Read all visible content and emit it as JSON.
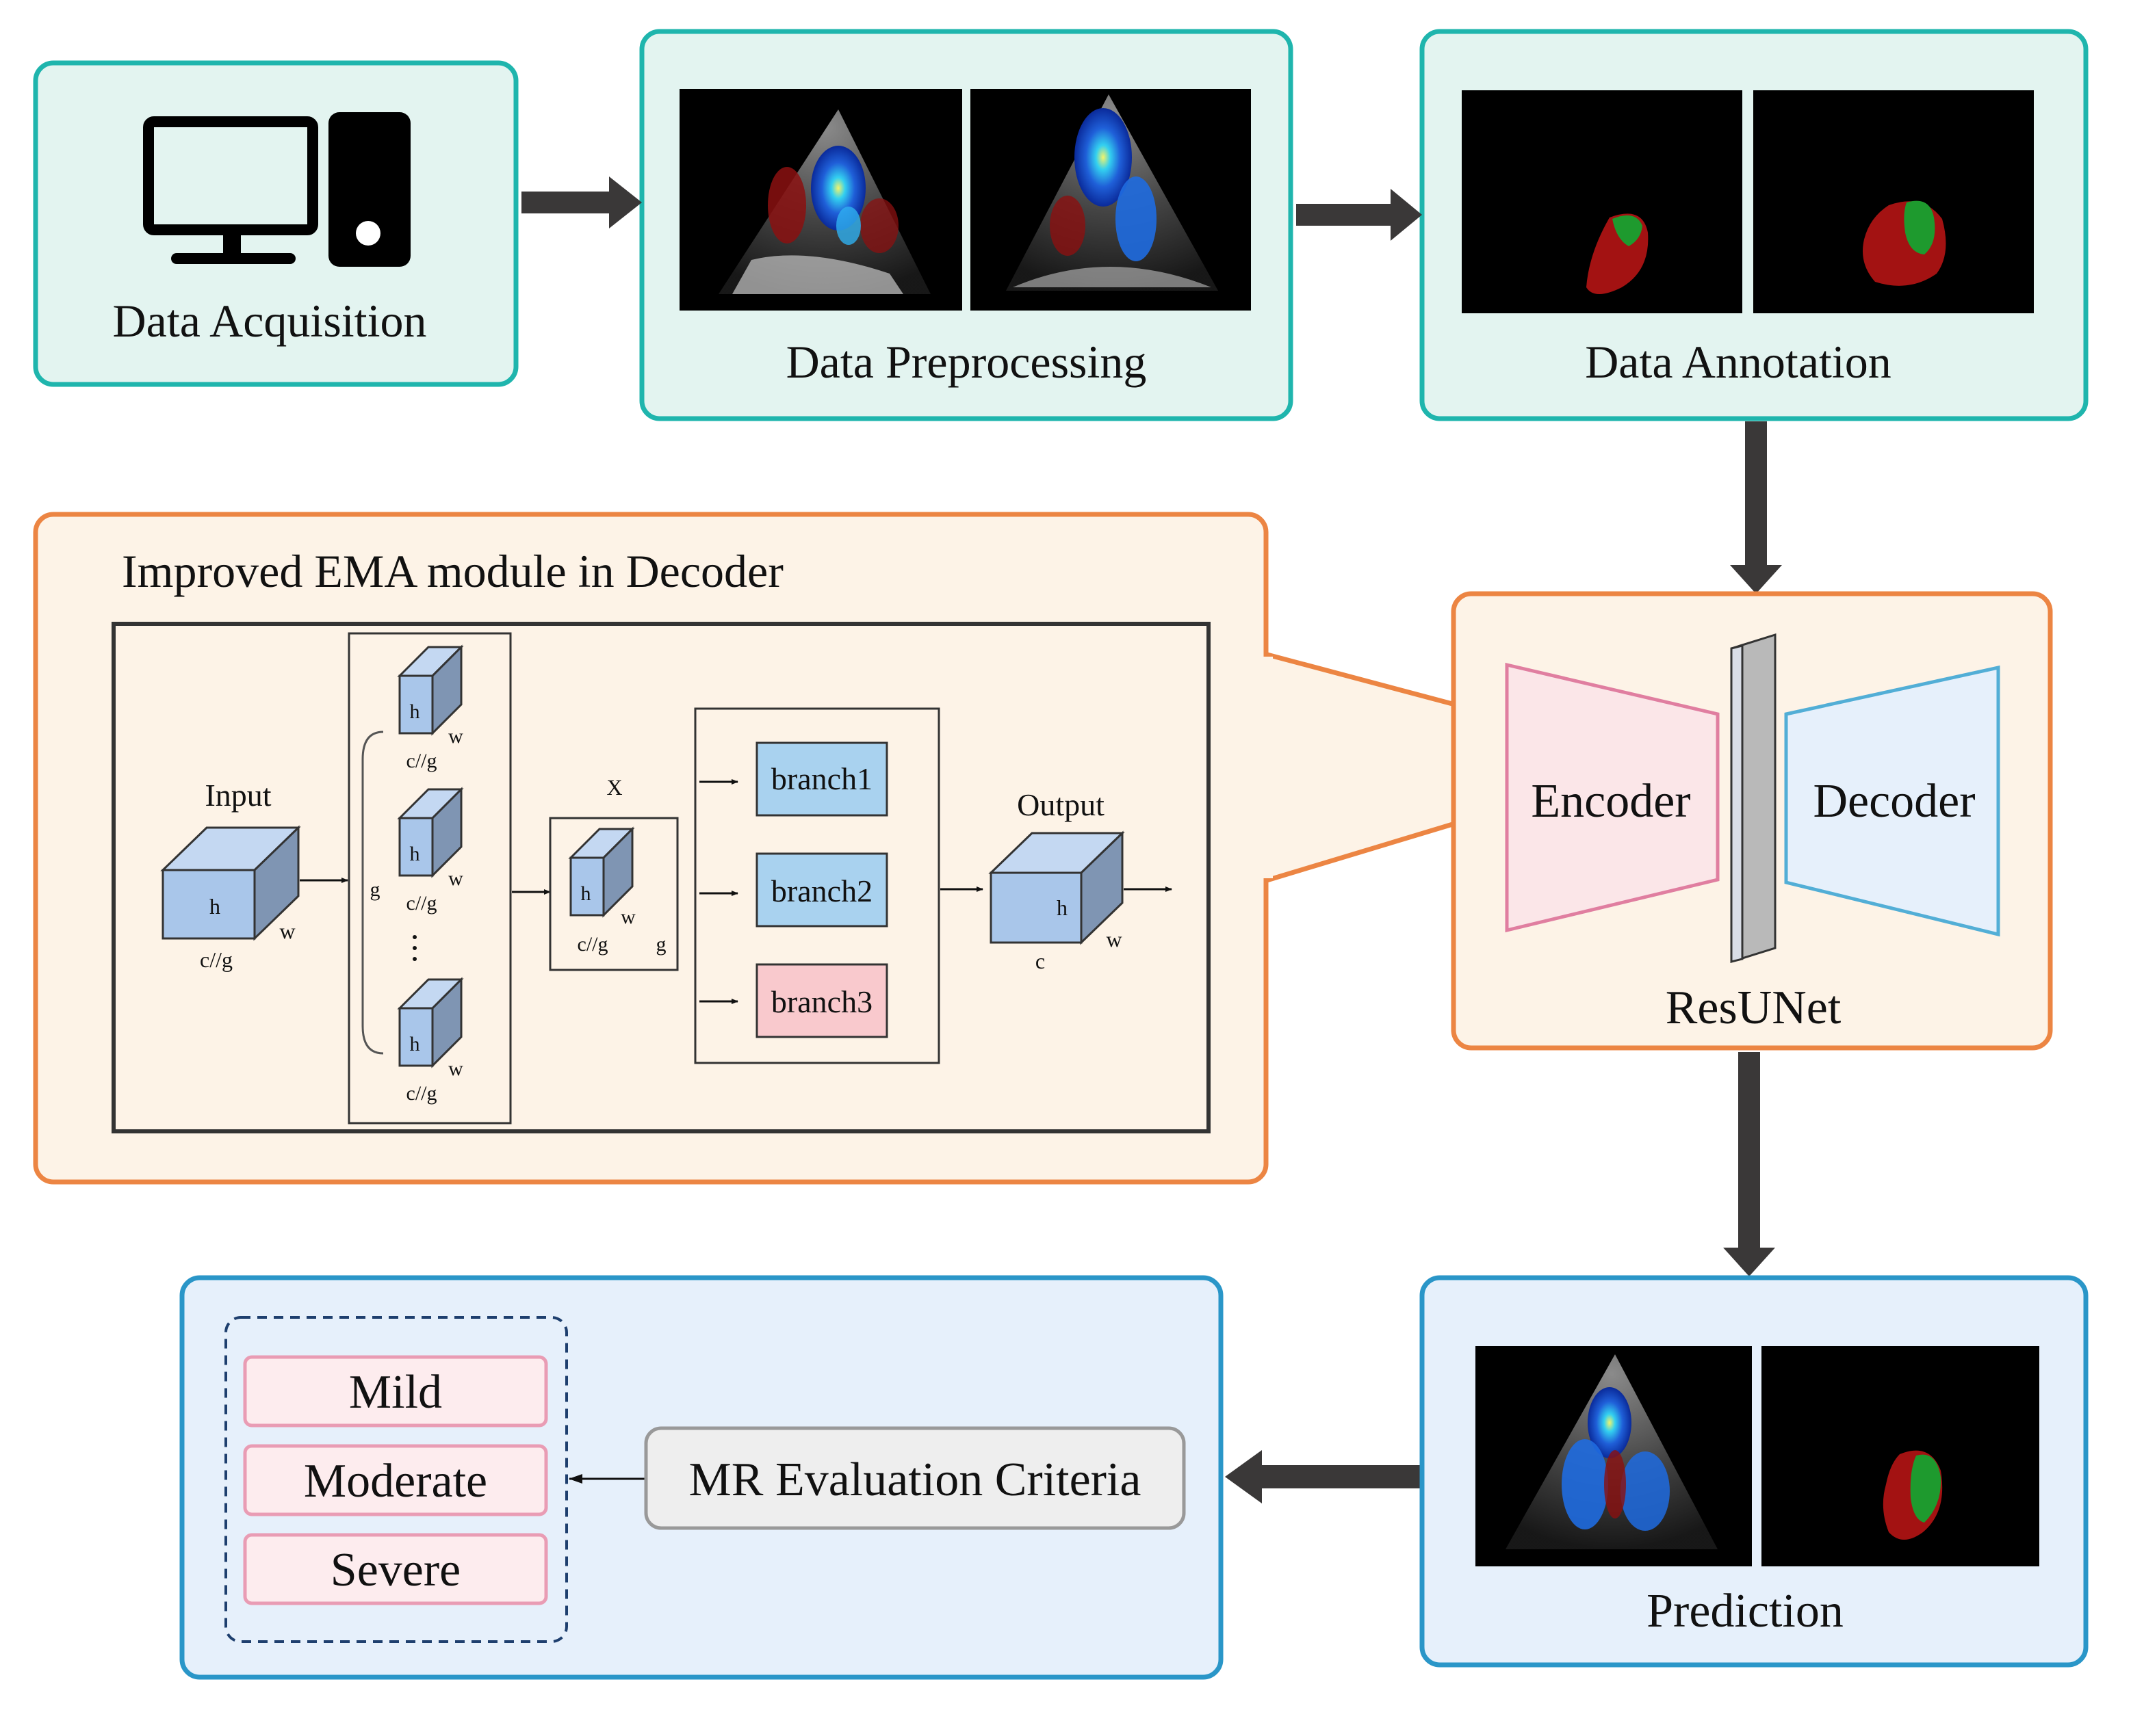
{
  "stages": {
    "acquisition": "Data Acquisition",
    "preprocessing": "Data Preprocessing",
    "annotation": "Data Annotation",
    "resunet": "ResUNet",
    "prediction": "Prediction"
  },
  "resunet": {
    "encoder": "Encoder",
    "decoder": "Decoder"
  },
  "ema": {
    "title": "Improved EMA module in Decoder",
    "input_label": "Input",
    "output_label": "Output",
    "x_label": "X",
    "h": "h",
    "w": "w",
    "c": "c",
    "cg": "c//g",
    "g": "g",
    "dots": "·\n·\n·",
    "branches": [
      "branch1",
      "branch2",
      "branch3"
    ]
  },
  "evaluation": {
    "criteria": "MR Evaluation Criteria",
    "grades": [
      "Mild",
      "Moderate",
      "Severe"
    ]
  },
  "colors": {
    "teal_border": "#1fb5ad",
    "teal_fill": "#e3f4f0",
    "orange_border": "#ec8543",
    "orange_fill": "#fdf3e7",
    "blue_border": "#2a96c8",
    "blue_fill": "#e6f0fb",
    "arrow": "#3a3838",
    "segment_red": "#a31212",
    "segment_green": "#1e9a2e",
    "cube_front": "#a9c6ea",
    "branch_blue": "#a9d2ef",
    "branch_pink": "#f9c9cd"
  }
}
